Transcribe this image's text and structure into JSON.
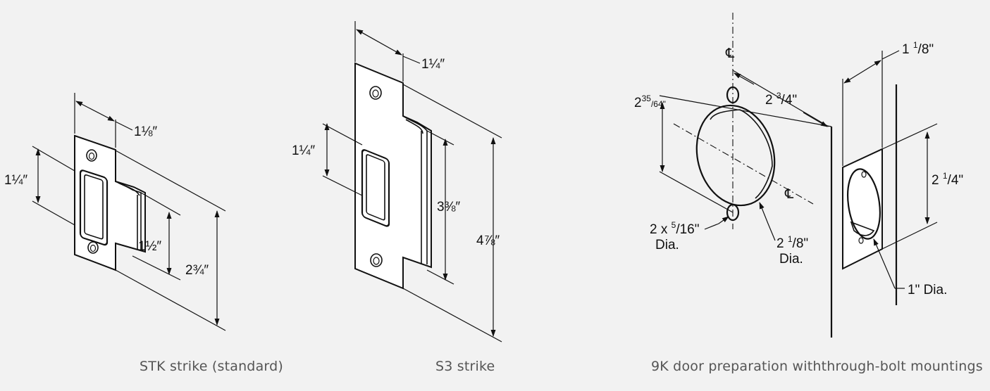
{
  "captions": {
    "stk": "STK strike (standard)",
    "s3": "S3 strike",
    "k9": "9K door preparation withthrough-bolt mountings"
  },
  "stk": {
    "w": "1⅛″",
    "tab": "1¼″",
    "lip": "1½″",
    "h": "2¾″"
  },
  "s3": {
    "w": "1¼″",
    "tab": "1¼″",
    "lip": "3⅜″",
    "h": "4⅞″"
  },
  "k9": {
    "cl_top": "℄",
    "cl_mid": "℄",
    "dia_big_a": "2",
    "dia_big_b": "35",
    "dia_big_c": "/64\"",
    "backset_a": "2 ",
    "backset_b": "3",
    "backset_c": "/4\"",
    "holes_a": "2 x ",
    "holes_b": "5",
    "holes_c": "/16\"",
    "holes_d": "Dia.",
    "bore_a": "2 ",
    "bore_b": "1",
    "bore_c": "/8\"",
    "bore_d": "Dia.",
    "edge_w_a": "1 ",
    "edge_w_b": "1",
    "edge_w_c": "/8\"",
    "edge_h_a": "2 ",
    "edge_h_b": "1",
    "edge_h_c": "/4\"",
    "small_hole": "1\" Dia."
  },
  "colors": {
    "background": "#f2f2f2",
    "line": "#111111",
    "caption": "#555555"
  }
}
